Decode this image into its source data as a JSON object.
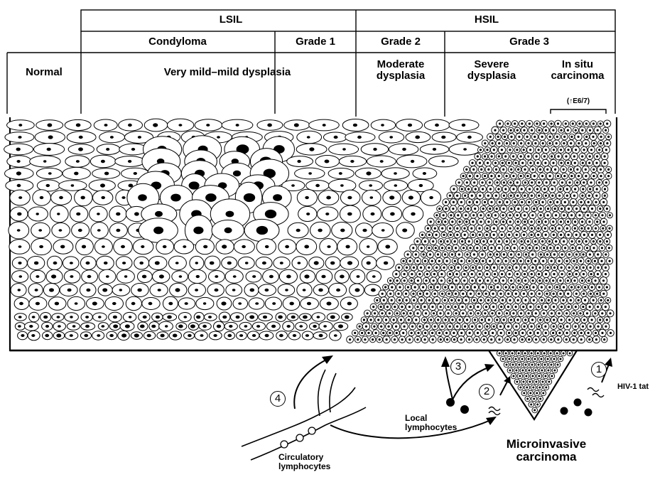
{
  "header": {
    "lsil": "LSIL",
    "hsil": "HSIL",
    "condyloma": "Condyloma",
    "grade1": "Grade 1",
    "grade2": "Grade 2",
    "grade3": "Grade 3",
    "normal": "Normal",
    "very_mild": "Very mild–mild dysplasia",
    "moderate": [
      "Moderate",
      "dysplasia"
    ],
    "severe": [
      "Severe",
      "dysplasia"
    ],
    "in_situ": [
      "In situ",
      "carcinoma"
    ],
    "e67": "(↑E6/7)"
  },
  "labels": {
    "hiv": "HIV-1 tat",
    "local": [
      "Local",
      "lymphocytes"
    ],
    "circulatory": [
      "Circulatory",
      "lymphocytes"
    ],
    "micro": [
      "Microinvasive",
      "carcinoma"
    ]
  },
  "markers": [
    "1",
    "2",
    "3",
    "4"
  ],
  "colors": {
    "ink": "#000000",
    "paper": "#ffffff"
  }
}
